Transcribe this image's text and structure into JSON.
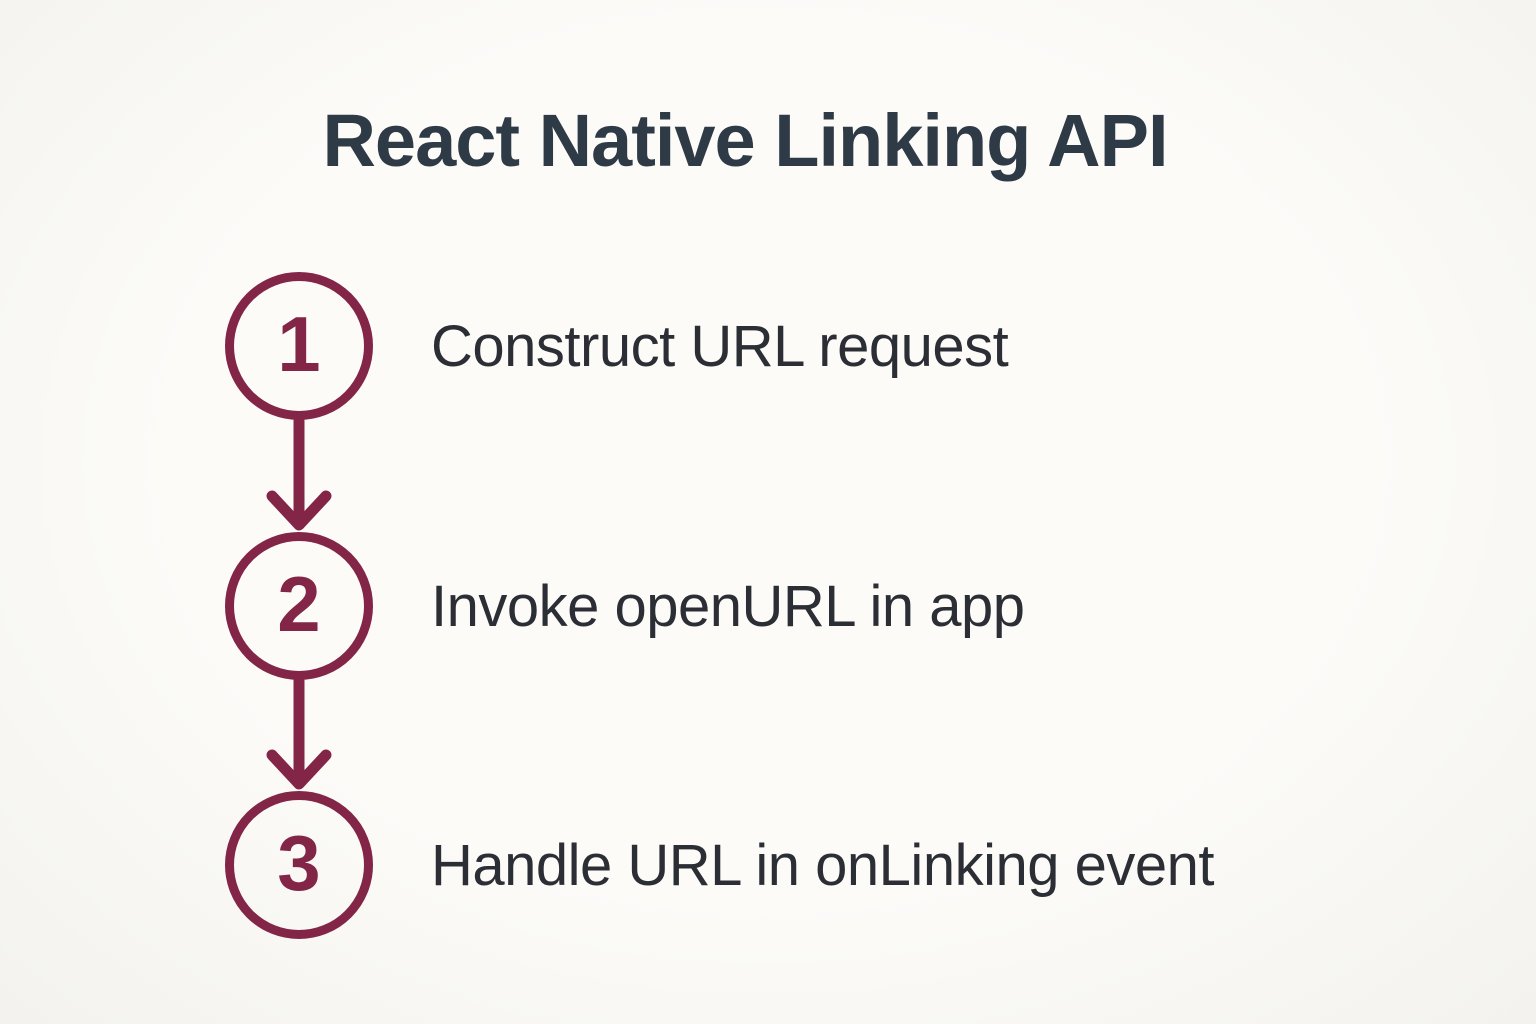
{
  "title": "React Native Linking API",
  "colors": {
    "accent": "#822547",
    "title": "#2e3a46",
    "text": "#2b2e34",
    "background": "#fcfbf8"
  },
  "steps": [
    {
      "number": "1",
      "label": "Construct URL request"
    },
    {
      "number": "2",
      "label": "Invoke openURL in app"
    },
    {
      "number": "3",
      "label": "Handle URL in onLinking event"
    }
  ]
}
